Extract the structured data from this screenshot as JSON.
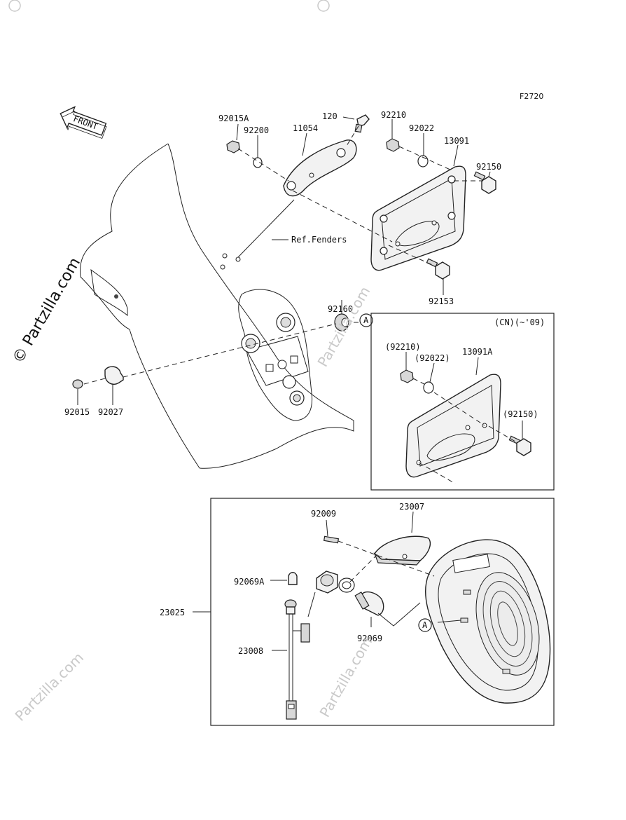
{
  "figure_code": "F2720",
  "front_label": "FRONT",
  "ref_fenders": "Ref.Fenders",
  "inset_header": "(CN)(~'09)",
  "connector_mark": "A",
  "watermark": "© Partzilla.com",
  "watermark_faint": "Partzilla.com",
  "part_numbers": {
    "p120": "120",
    "p92015A": "92015A",
    "p92200": "92200",
    "p11054": "11054",
    "p92210": "92210",
    "p92022": "92022",
    "p13091": "13091",
    "p92150": "92150",
    "p92153": "92153",
    "p92160": "92160",
    "p92015": "92015",
    "p92027": "92027",
    "p92210_inset": "(92210)",
    "p92022_inset": "(92022)",
    "p13091A": "13091A",
    "p92150_inset": "(92150)",
    "p92009": "92009",
    "p23007": "23007",
    "p92069A": "92069A",
    "p23025": "23025",
    "p23008": "23008",
    "p92069": "92069"
  },
  "colors": {
    "line": "#222222",
    "watermark": "#c9c9c9",
    "background": "#ffffff"
  }
}
